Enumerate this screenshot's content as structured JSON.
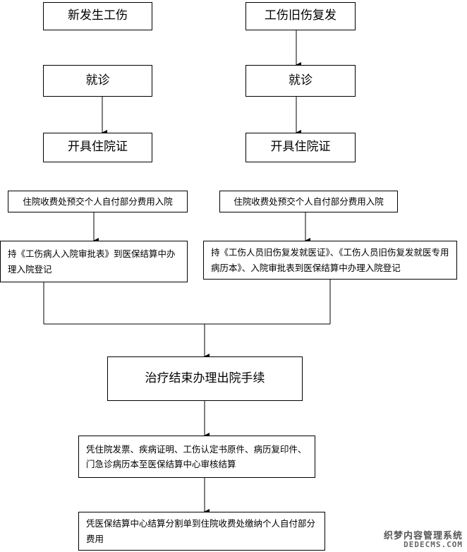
{
  "left_path": {
    "start": "新发生工伤",
    "visit": "就诊",
    "certificate": "开具住院证",
    "prepay": "住院收费处预交个人自付部分费用入院",
    "register": "持《工伤病人入院审批表》到医保结算中办理入院登记"
  },
  "right_path": {
    "start": "工伤旧伤复发",
    "visit": "就诊",
    "certificate": "开具住院证",
    "prepay": "住院收费处预交个人自付部分费用入院",
    "register": "持《工伤人员旧伤复发就医证》、《工伤人员旧伤复发就医专用病历本》、入院审批表到医保结算中办理入院登记"
  },
  "shared_path": {
    "discharge": "治疗结束办理出院手续",
    "settlement": "凭住院发票、疾病证明、工伤认定书原件、病历复印件、门急诊病历本至医保结算中心审核结算",
    "payment": "凭医保结算中心结算分割单到住院收费处缴纳个人自付部分费用"
  },
  "watermark": {
    "chinese": "织梦内容管理系统",
    "english": "DEDECMS.COM"
  },
  "colors": {
    "line": "#000000",
    "box_border": "#000000",
    "background": "#ffffff"
  }
}
